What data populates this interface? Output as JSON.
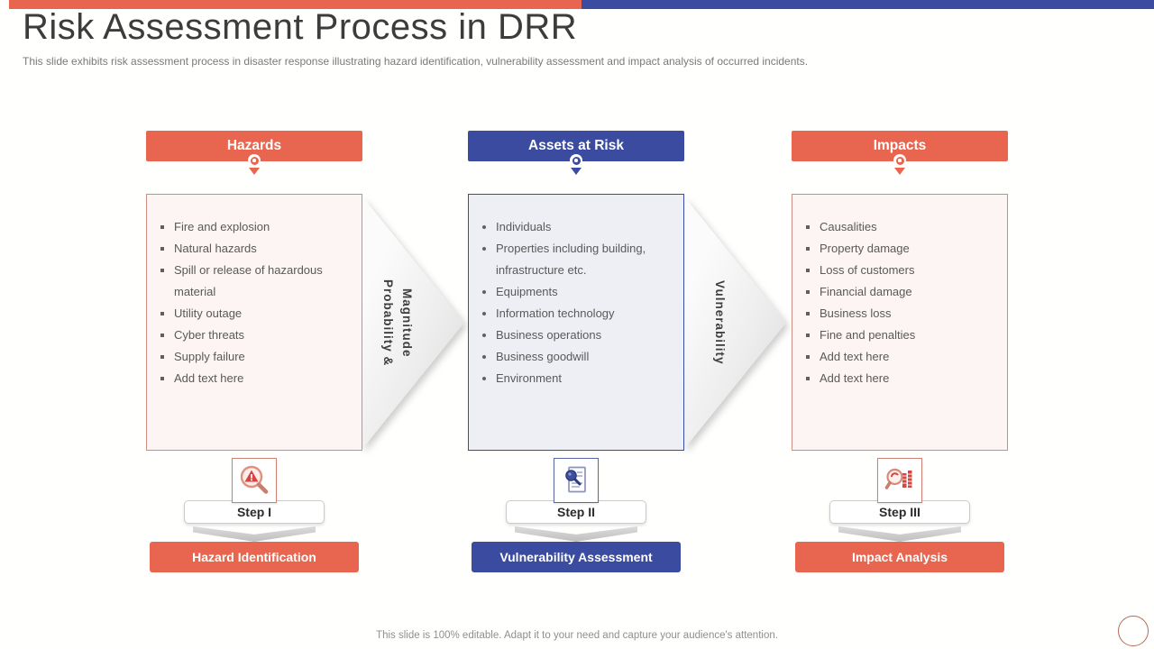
{
  "top_bar": {
    "left_color": "#E8664F",
    "right_color": "#3A4BA0"
  },
  "header": {
    "title": "Risk Assessment Process in DRR",
    "subtitle": "This slide exhibits risk assessment process in disaster response illustrating hazard identification, vulnerability assessment and impact analysis of occurred incidents."
  },
  "colors": {
    "coral": "#E8664F",
    "blue": "#3A4BA0",
    "list_text": "#595959",
    "title_text": "#3C3C3C"
  },
  "columns": [
    {
      "header": "Hazards",
      "accent": "#E8664F",
      "icon": "magnifier-warning-icon",
      "items": [
        "Fire and explosion",
        "Natural hazards",
        "Spill or release of hazardous material",
        "Utility outage",
        "Cyber threats",
        "Supply failure",
        "Add text here"
      ],
      "step_label": "Step I",
      "banner": "Hazard Identification"
    },
    {
      "header": "Assets at Risk",
      "accent": "#3A4BA0",
      "icon": "document-magnifier-icon",
      "items": [
        "Individuals",
        "Properties including building, infrastructure etc.",
        "Equipments",
        "Information technology",
        "Business operations",
        "Business goodwill",
        "Environment"
      ],
      "step_label": "Step II",
      "banner": "Vulnerability Assessment"
    },
    {
      "header": "Impacts",
      "accent": "#E8664F",
      "icon": "magnifier-chart-icon",
      "items": [
        "Causalities",
        "Property damage",
        "Loss of customers",
        "Financial damage",
        "Business loss",
        "Fine and penalties",
        "Add text here",
        "Add text here"
      ],
      "step_label": "Step III",
      "banner": "Impact Analysis"
    }
  ],
  "arrows": [
    {
      "label": "Probability & Magnitude",
      "lines": [
        "Probability &",
        "Magnitude"
      ]
    },
    {
      "label": "Vulnerability",
      "lines": [
        "Vulnerability"
      ]
    }
  ],
  "footer": {
    "note": "This slide is 100% editable. Adapt it to your need and capture your audience's attention."
  }
}
